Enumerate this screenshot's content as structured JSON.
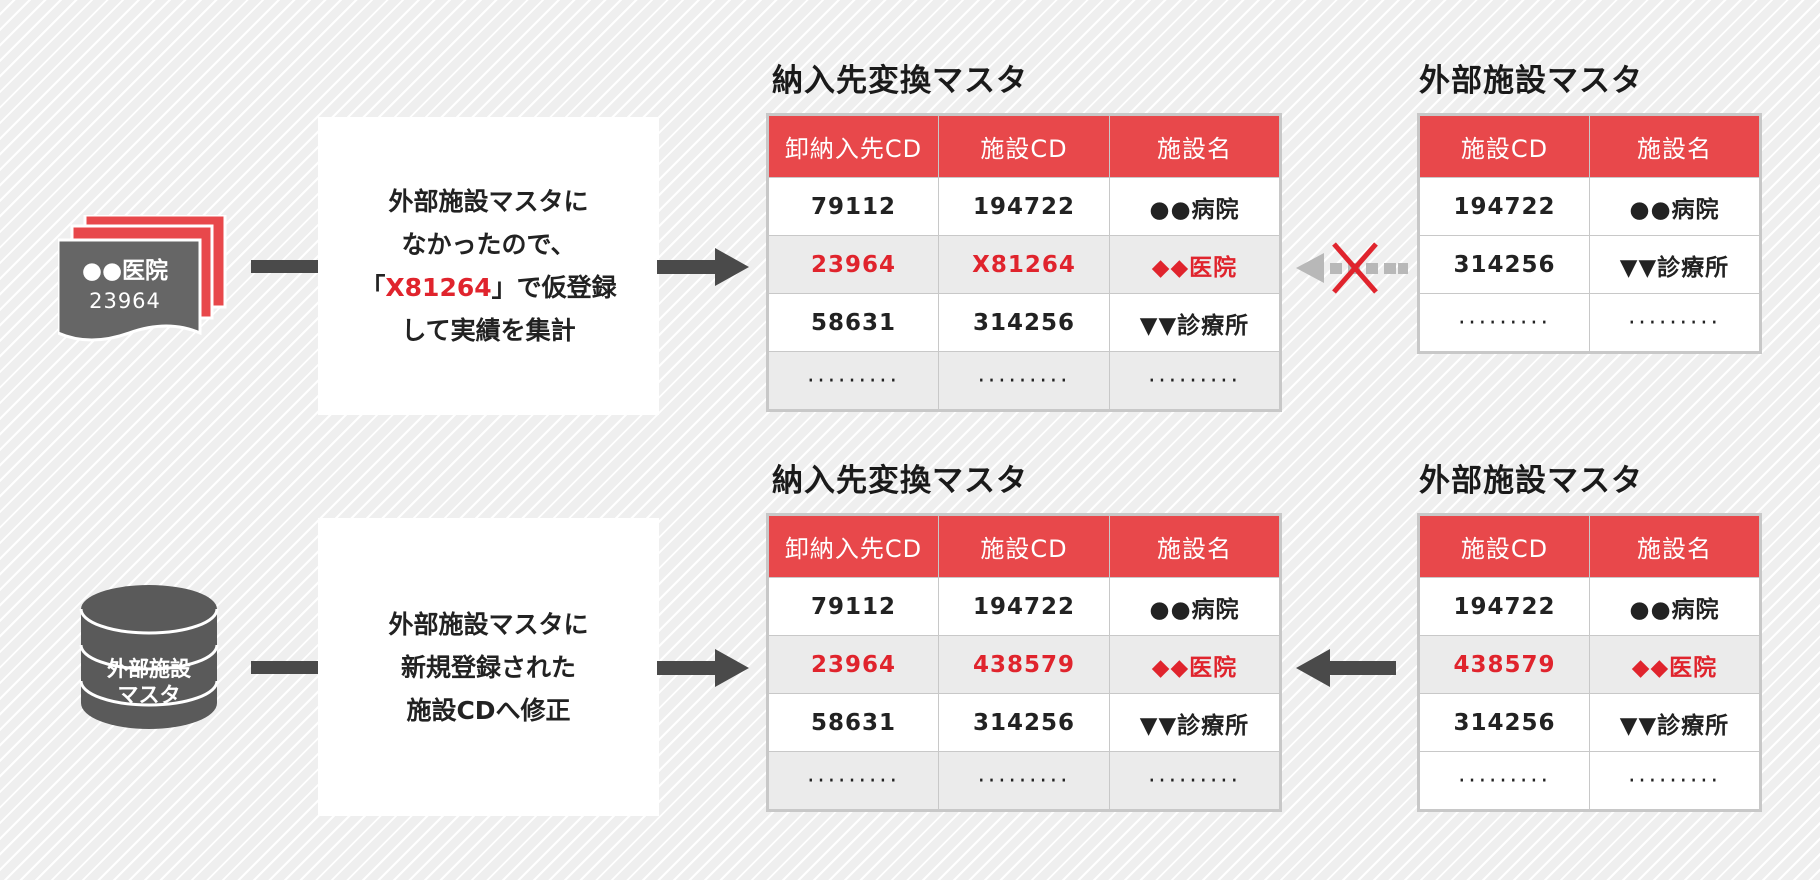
{
  "top": {
    "source_doc": {
      "name": "●●医院",
      "code": "23964"
    },
    "note": {
      "line1": "外部施設マスタに",
      "line2": "なかったので、",
      "line3_open": "「",
      "line3_code": "X81264",
      "line3_close": "」で仮登録",
      "line4": "して実績を集計"
    },
    "conv_table": {
      "title": "納入先変換マスタ",
      "headers": [
        "卸納入先CD",
        "施設CD",
        "施設名"
      ],
      "rows": [
        [
          "79112",
          "194722",
          "●●病院"
        ],
        [
          "23964",
          "X81264",
          "◆◆医院"
        ],
        [
          "58631",
          "314256",
          "▼▼診療所"
        ],
        [
          "·········",
          "·········",
          "·········"
        ]
      ]
    },
    "ext_table": {
      "title": "外部施設マスタ",
      "headers": [
        "施設CD",
        "施設名"
      ],
      "rows": [
        [
          "194722",
          "●●病院"
        ],
        [
          "314256",
          "▼▼診療所"
        ],
        [
          "·········",
          "·········"
        ]
      ]
    }
  },
  "bottom": {
    "db": {
      "line1": "外部施設",
      "line2": "マスタ"
    },
    "note": {
      "line1": "外部施設マスタに",
      "line2": "新規登録された",
      "line3": "施設CDへ修正"
    },
    "conv_table": {
      "title": "納入先変換マスタ",
      "headers": [
        "卸納入先CD",
        "施設CD",
        "施設名"
      ],
      "rows": [
        [
          "79112",
          "194722",
          "●●病院"
        ],
        [
          "23964",
          "438579",
          "◆◆医院"
        ],
        [
          "58631",
          "314256",
          "▼▼診療所"
        ],
        [
          "·········",
          "·········",
          "·········"
        ]
      ]
    },
    "ext_table": {
      "title": "外部施設マスタ",
      "headers": [
        "施設CD",
        "施設名"
      ],
      "rows": [
        [
          "194722",
          "●●病院"
        ],
        [
          "438579",
          "◆◆医院"
        ],
        [
          "314256",
          "▼▼診療所"
        ],
        [
          "·········",
          "·········"
        ]
      ]
    }
  },
  "colors": {
    "header_red": "#e8484b",
    "highlight_red": "#e0242d",
    "dark_gray": "#4a4a4a",
    "db_gray": "#5a5a5a",
    "doc_gray": "#666666",
    "cross_red": "#e0242d"
  },
  "icons": [
    "document-stack-icon",
    "database-icon",
    "arrow-right-icon",
    "arrow-left-icon",
    "blocked-arrow-icon",
    "cross-icon"
  ]
}
